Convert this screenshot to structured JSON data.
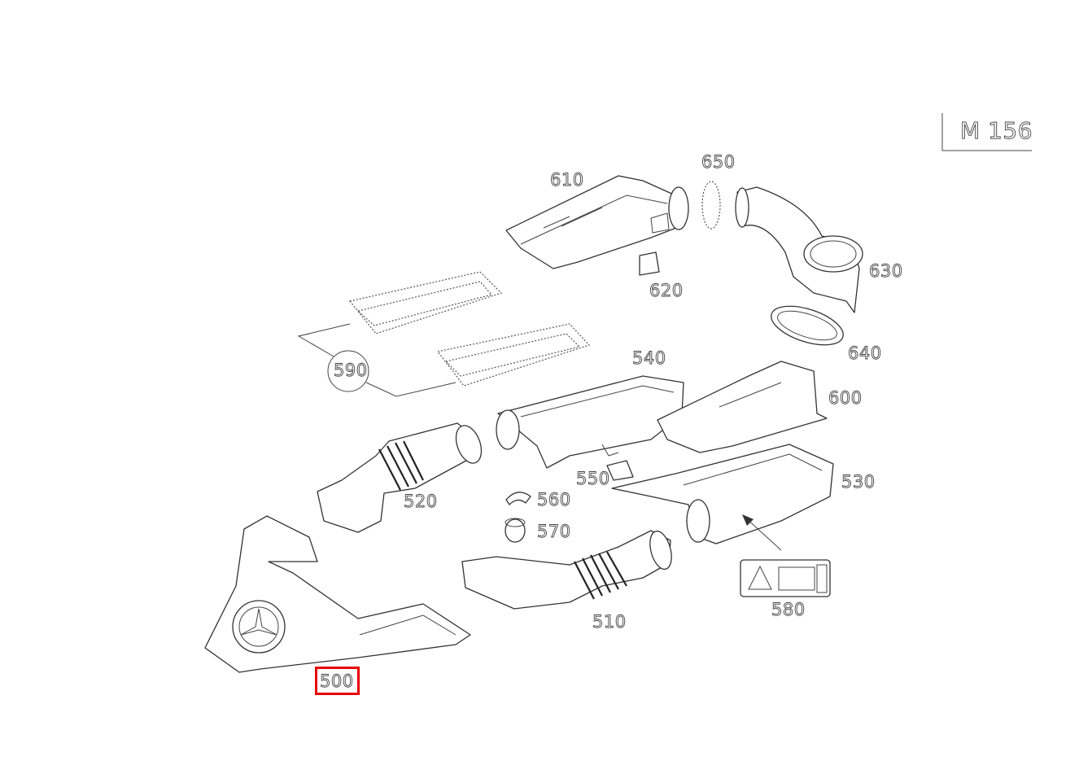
{
  "diagram": {
    "model_code": "M 156",
    "selected_part": "500",
    "parts": [
      {
        "id": "500",
        "label": "500"
      },
      {
        "id": "510",
        "label": "510"
      },
      {
        "id": "520",
        "label": "520"
      },
      {
        "id": "530",
        "label": "530"
      },
      {
        "id": "540",
        "label": "540"
      },
      {
        "id": "550",
        "label": "550"
      },
      {
        "id": "560",
        "label": "560"
      },
      {
        "id": "570",
        "label": "570"
      },
      {
        "id": "580",
        "label": "580"
      },
      {
        "id": "590",
        "label": "590"
      },
      {
        "id": "600",
        "label": "600"
      },
      {
        "id": "610",
        "label": "610"
      },
      {
        "id": "620",
        "label": "620"
      },
      {
        "id": "630",
        "label": "630"
      },
      {
        "id": "640",
        "label": "640"
      },
      {
        "id": "650",
        "label": "650"
      }
    ],
    "colors": {
      "highlight": "#e60000",
      "line": "#333333",
      "background": "#ffffff"
    }
  }
}
